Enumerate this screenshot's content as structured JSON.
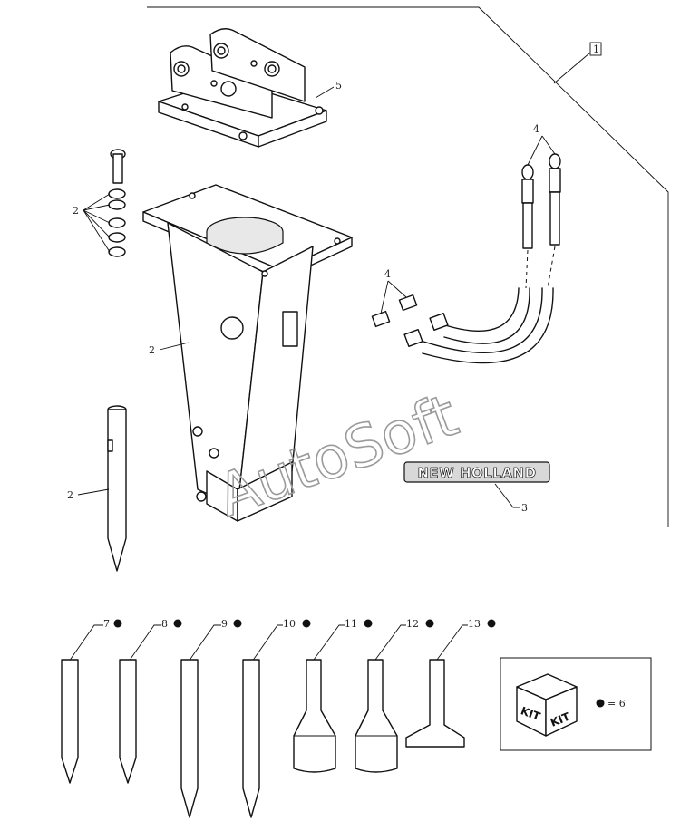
{
  "callouts": {
    "frame": "1",
    "bracket": "5",
    "hardware": "2",
    "hoses": "4",
    "fittings": "4",
    "body": "2",
    "chisel": "2",
    "decal": "3",
    "tool_7": "7",
    "tool_8": "8",
    "tool_9": "9",
    "tool_10": "10",
    "tool_11": "11",
    "tool_12": "12",
    "tool_13": "13"
  },
  "decal": {
    "text": "NEW HOLLAND"
  },
  "watermark": {
    "text": "AutoSoft"
  },
  "kit": {
    "label_left": "KIT",
    "label_right": "KIT",
    "legend": "= 6"
  }
}
